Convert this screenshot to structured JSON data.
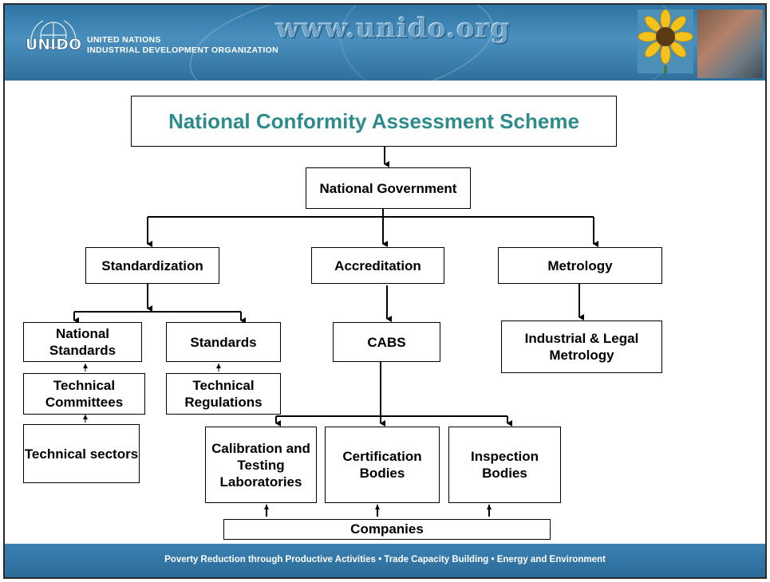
{
  "header": {
    "logo_text": "UNIDO",
    "org_line1": "UNITED NATIONS",
    "org_line2": "INDUSTRIAL DEVELOPMENT ORGANIZATION",
    "url": "www.unido.org"
  },
  "diagram": {
    "title": "National Conformity Assessment Scheme",
    "government": "National Government",
    "standardization": "Standardization",
    "accreditation": "Accreditation",
    "metrology": "Metrology",
    "national_standards": "National Standards",
    "standards": "Standards",
    "cabs": "CABS",
    "industrial_legal_metrology": "Industrial & Legal Metrology",
    "technical_committees": "Technical Committees",
    "technical_regulations": "Technical Regulations",
    "technical_sectors": "Technical sectors",
    "calibration_labs": "Calibration and Testing Laboratories",
    "certification_bodies": "Certification Bodies",
    "inspection_bodies": "Inspection Bodies",
    "companies": "Companies"
  },
  "footer": {
    "text": "Poverty Reduction through Productive Activities  •  Trade Capacity Building  •  Energy and Environment"
  },
  "colors": {
    "title": "#2e8b8b",
    "header_blue": "#3b82b3"
  }
}
